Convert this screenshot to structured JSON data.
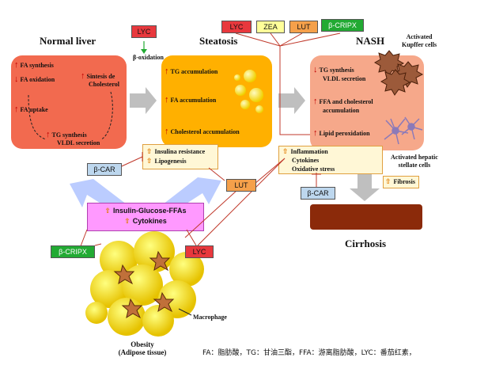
{
  "stages": {
    "normal": "Normal liver",
    "steatosis": "Steatosis",
    "nash": "NASH",
    "cirrhosis": "Cirrhosis"
  },
  "normal_items": {
    "fa_synthesis": "FA synthesis",
    "fa_oxidation": "FA oxidation",
    "sintesis_line1": "Sintesis de",
    "sintesis_line2": "Cholesterol",
    "fa_uptake": "FA uptake",
    "tg_synthesis": "TG synthesis",
    "vldl": "VLDL secretion"
  },
  "steatosis_items": {
    "tg_acc": "TG accumulation",
    "fa_acc": "FA accumulation",
    "chol_acc": "Cholesterol accumulation"
  },
  "nash_items": {
    "tg_synthesis": "TG synthesis",
    "vldl": "VLDL secretion",
    "ffa_line1": "FFA and cholesterol",
    "ffa_line2": "accumulation",
    "lipid_perox": "Lipid peroxidation",
    "kupffer_line1": "Activated",
    "kupffer_line2": "Kupffer cells",
    "stellate_line1": "Activated hepatic",
    "stellate_line2": "stellate cells"
  },
  "boxes": {
    "insulin_resistance": "Insulina resistance",
    "lipogenesis": "Lipogenesis",
    "inflammation": "Inflammation",
    "cytokines": "Cytokines",
    "oxidative_stress": "Oxidative stress",
    "fibrosis": "Fibrosis",
    "igf_line1": "Insulin-Glucose-FFAs",
    "igf_line2": "Cytokines"
  },
  "beta_oxidation": "β-oxidation",
  "tags": {
    "lyc_top": "LYC",
    "zea": "ZEA",
    "lut_top": "LUT",
    "bcripx_top": "β-CRIPX",
    "lyc_left": "LYC",
    "bcar_left": "β-CAR",
    "lut_mid": "LUT",
    "bcar_right": "β-CAR",
    "bcripx_bottom": "β-CRIPX",
    "lyc_bottom": "LYC"
  },
  "obesity": {
    "macrophage": "Macrophage",
    "line1": "Obesity",
    "line2": "(Adipose tissue)"
  },
  "footnote": "FA：脂肪酸，TG：甘油三酯，FFA：游离脂肪酸，LYC：番茄红素，",
  "colors": {
    "normal_panel": "#f26a4f",
    "steatosis_panel": "#ffb000",
    "nash_panel": "#f6a88a",
    "cirrhosis_bar": "#8b2a0a",
    "lyc_tag": "#e8383d",
    "zea_tag": "#ffff99",
    "lut_tag": "#f5a04a",
    "bcripx_tag": "#22aa33",
    "bcar_tag": "#bdd7ee",
    "igf_box": "#ff99ff",
    "adipose": "#ffe600",
    "arrow_up": "#c00000",
    "connector": "#c0392b"
  }
}
